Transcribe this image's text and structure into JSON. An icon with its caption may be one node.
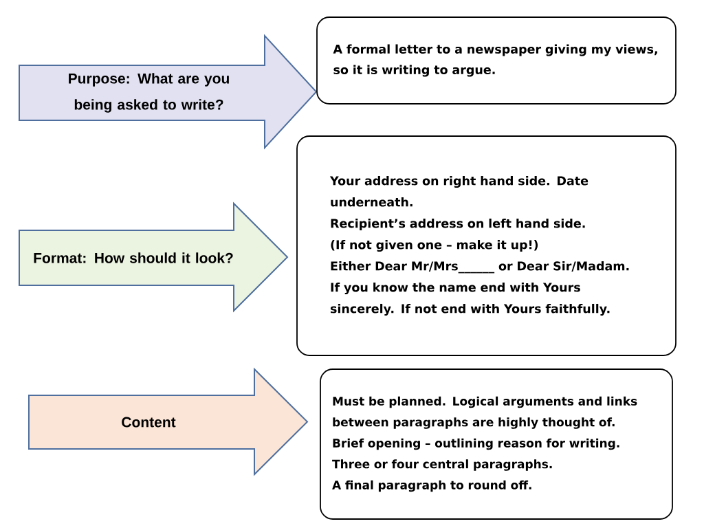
{
  "diagram": {
    "nodes": [
      {
        "text": [
          "Purpose: What are you being asked to write?"
        ]
      },
      {
        "text": [
          "A formal letter to a newspaper giving my views, so it is writing to argue."
        ]
      },
      {
        "text": [
          "Format: How should it look?"
        ]
      },
      {
        "text": [
          "Your address on right hand side.  Date underneath.",
          "Recipient’s address on left hand side.",
          "(If not given one – make it up!)",
          "Either Dear Mr/Mrs______ or Dear Sir/Madam.  If you know the name end with Yours sincerely.  If not end with Yours faithfully."
        ]
      },
      {
        "text": [
          "Content"
        ]
      },
      {
        "text": [
          "Must be planned.  Logical arguments and links between paragraphs are highly thought of.",
          "Brief opening – outlining reason for writing.",
          "Three or four central paragraphs.",
          "A final paragraph to round off."
        ]
      }
    ]
  }
}
